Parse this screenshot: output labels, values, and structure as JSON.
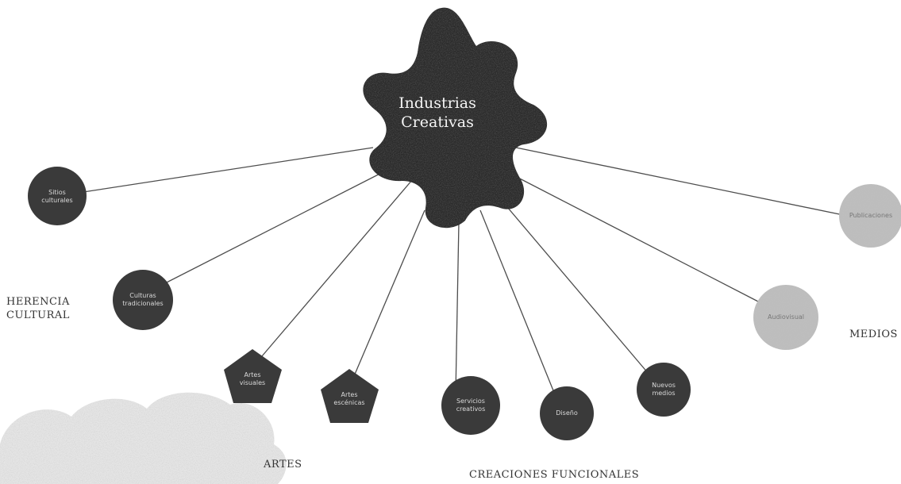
{
  "center": {
    "line1": "Industrias",
    "line2": "Creativas",
    "color": "#2b2b2b"
  },
  "nodes": {
    "sitios_culturales": {
      "line1": "Sitios",
      "line2": "culturales"
    },
    "culturas_tradicionales": {
      "line1": "Culturas",
      "line2": "tradicionales"
    },
    "artes_visuales": {
      "line1": "Artes",
      "line2": "visuales"
    },
    "artes_escenicas": {
      "line1": "Artes",
      "line2": "escénicas"
    },
    "servicios_creativos": {
      "line1": "Servicios",
      "line2": "creativos"
    },
    "diseno": {
      "line1": "Diseño"
    },
    "nuevos_medios": {
      "line1": "Nuevos",
      "line2": "medios"
    },
    "audiovisual": {
      "line1": "Audiovisual"
    },
    "publicaciones": {
      "line1": "Publicaciones"
    }
  },
  "groups": {
    "herencia_cultural": {
      "line1": "HERENCIA",
      "line2": "CULTURAL"
    },
    "artes": "ARTES",
    "creaciones_funcionales": "CREACIONES FUNCIONALES",
    "medios": "MEDIOS"
  },
  "colors": {
    "dark_node": "#3a3a3a",
    "light_node": "#bdbdbd",
    "connector": "#4d4d4d",
    "texture": "#d8d8d8"
  }
}
